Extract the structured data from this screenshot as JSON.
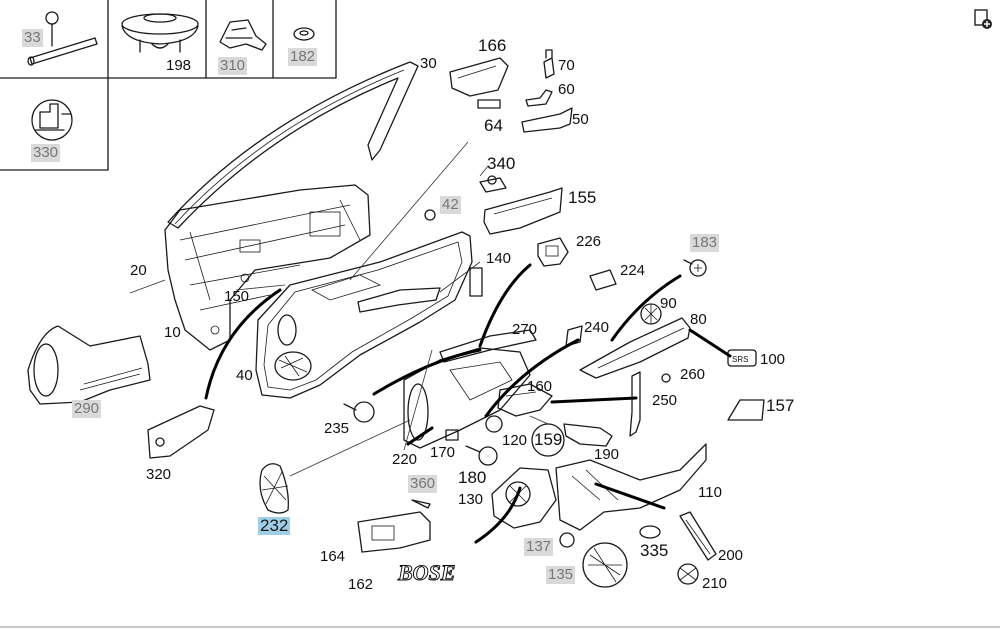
{
  "diagram": {
    "callouts": [
      {
        "id": "c33",
        "text": "33",
        "style": "grey"
      },
      {
        "id": "c198",
        "text": "198",
        "style": "plain"
      },
      {
        "id": "c310",
        "text": "310",
        "style": "grey"
      },
      {
        "id": "c182",
        "text": "182",
        "style": "grey"
      },
      {
        "id": "c330",
        "text": "330",
        "style": "grey"
      },
      {
        "id": "c30",
        "text": "30",
        "style": "plain"
      },
      {
        "id": "c166",
        "text": "166",
        "style": "plain"
      },
      {
        "id": "c70",
        "text": "70",
        "style": "plain"
      },
      {
        "id": "c60",
        "text": "60",
        "style": "plain"
      },
      {
        "id": "c50",
        "text": "50",
        "style": "plain"
      },
      {
        "id": "c64",
        "text": "64",
        "style": "plain"
      },
      {
        "id": "c340",
        "text": "340",
        "style": "plain"
      },
      {
        "id": "c42",
        "text": "42",
        "style": "grey"
      },
      {
        "id": "c155",
        "text": "155",
        "style": "plain"
      },
      {
        "id": "c226",
        "text": "226",
        "style": "plain"
      },
      {
        "id": "c224",
        "text": "224",
        "style": "plain"
      },
      {
        "id": "c183",
        "text": "183",
        "style": "grey"
      },
      {
        "id": "c140",
        "text": "140",
        "style": "plain"
      },
      {
        "id": "c20",
        "text": "20",
        "style": "plain"
      },
      {
        "id": "c150",
        "text": "150",
        "style": "plain"
      },
      {
        "id": "c10",
        "text": "10",
        "style": "plain"
      },
      {
        "id": "c90",
        "text": "90",
        "style": "plain"
      },
      {
        "id": "c80",
        "text": "80",
        "style": "plain"
      },
      {
        "id": "c270",
        "text": "270",
        "style": "plain"
      },
      {
        "id": "c240",
        "text": "240",
        "style": "plain"
      },
      {
        "id": "c100",
        "text": "100",
        "style": "plain"
      },
      {
        "id": "c260",
        "text": "260",
        "style": "plain"
      },
      {
        "id": "c40",
        "text": "40",
        "style": "plain"
      },
      {
        "id": "c160",
        "text": "160",
        "style": "plain"
      },
      {
        "id": "c250",
        "text": "250",
        "style": "plain"
      },
      {
        "id": "c157",
        "text": "157",
        "style": "plain"
      },
      {
        "id": "c290",
        "text": "290",
        "style": "grey"
      },
      {
        "id": "c235",
        "text": "235",
        "style": "plain"
      },
      {
        "id": "c170",
        "text": "170",
        "style": "plain"
      },
      {
        "id": "c120",
        "text": "120",
        "style": "plain"
      },
      {
        "id": "c159",
        "text": "159",
        "style": "plain"
      },
      {
        "id": "c220",
        "text": "220",
        "style": "plain"
      },
      {
        "id": "c190",
        "text": "190",
        "style": "plain"
      },
      {
        "id": "c320",
        "text": "320",
        "style": "plain"
      },
      {
        "id": "c180",
        "text": "180",
        "style": "plain"
      },
      {
        "id": "c360",
        "text": "360",
        "style": "grey"
      },
      {
        "id": "c130",
        "text": "130",
        "style": "plain"
      },
      {
        "id": "c110",
        "text": "110",
        "style": "plain"
      },
      {
        "id": "c232",
        "text": "232",
        "style": "selected"
      },
      {
        "id": "c164",
        "text": "164",
        "style": "plain"
      },
      {
        "id": "c137",
        "text": "137",
        "style": "grey"
      },
      {
        "id": "c335",
        "text": "335",
        "style": "plain"
      },
      {
        "id": "c200",
        "text": "200",
        "style": "plain"
      },
      {
        "id": "c162",
        "text": "162",
        "style": "plain"
      },
      {
        "id": "c135",
        "text": "135",
        "style": "grey"
      },
      {
        "id": "c210",
        "text": "210",
        "style": "plain"
      }
    ],
    "emblem_text": "BOSE",
    "badge_text": "SRS"
  },
  "colors": {
    "grey_label_bg": "#d9d9d9",
    "selected_label_bg": "#9fcfe6",
    "line": "#1a1a1a"
  },
  "icons": {
    "corner_button": "add-to-list-icon"
  }
}
